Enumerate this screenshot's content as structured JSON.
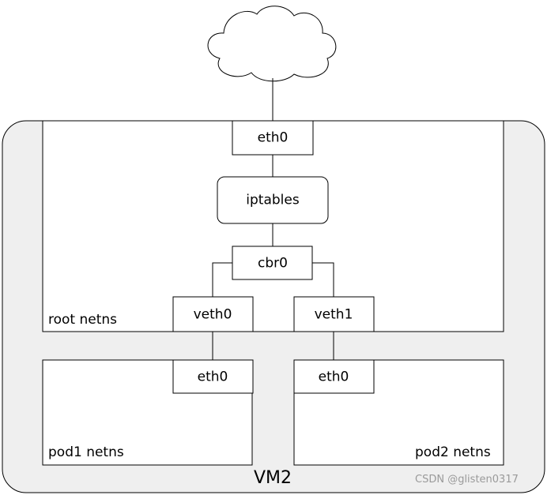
{
  "vm": {
    "label": "VM2"
  },
  "root_ns": {
    "label": "root netns",
    "eth0": "eth0",
    "iptables": "iptables",
    "cbr0": "cbr0",
    "veth0": "veth0",
    "veth1": "veth1"
  },
  "pod1": {
    "label": "pod1 netns",
    "eth0": "eth0"
  },
  "pod2": {
    "label": "pod2 netns",
    "eth0": "eth0"
  },
  "watermark": "CSDN @glisten0317",
  "colors": {
    "vm_fill": "#efefef",
    "box_fill": "#ffffff",
    "stroke": "#000000"
  },
  "icons": {
    "internet": "cloud-icon"
  }
}
